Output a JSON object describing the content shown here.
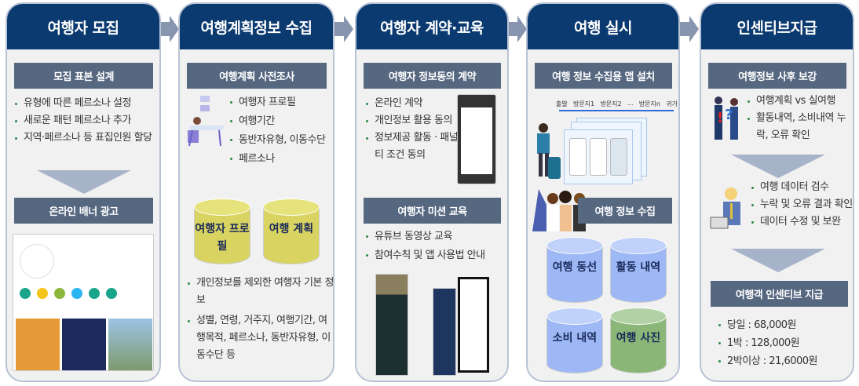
{
  "steps": [
    {
      "title": "여행자 모집",
      "sub1": "모집 표본 설계",
      "items1": [
        "유형에 따른 페르소나 설정",
        "새로운 패턴 페르소나 추가",
        "지역·페르소나 등 표집인원 할당"
      ],
      "sub2": "온라인 배너 광고"
    },
    {
      "title": "여행계획정보 수집",
      "sub1": "여행계획 사전조사",
      "items1": [
        "여행자 프로필",
        "여행기간",
        "동반자유형, 이동수단",
        "페르소나"
      ],
      "cylinders": [
        "여행자 프로필",
        "여행 계획"
      ],
      "items2": [
        "개인정보를 제외한 여행자 기본 정보",
        "성별, 연령, 거주지, 여행기간, 여행목적, 페르소나, 동반자유형, 이동수단 등"
      ]
    },
    {
      "title": "여행자 계약·교육",
      "sub1": "여행자 정보동의 계약",
      "items1": [
        "온라인 계약",
        "개인정보 활용 동의",
        "정보제공 활동 · 패널티 조건 동의"
      ],
      "sub2": "여행자 미션 교육",
      "items2": [
        "유튜브 동영상 교육",
        "참여수칙 및 앱 사용법 안내"
      ]
    },
    {
      "title": "여행 실시",
      "sub1": "여행 정보 수집용 앱 설치",
      "timeline": [
        "출발",
        "방문지1",
        "방문지2",
        "...",
        "방문지n",
        "귀가"
      ],
      "sub2": "여행 정보 수집",
      "cylinders": [
        "여행 동선",
        "활동 내역",
        "소비 내역",
        "여행 사진"
      ]
    },
    {
      "title": "인센티브지급",
      "sub1": "여행정보 사후 보강",
      "items1": [
        "여행계획 vs 실여행",
        "활동내역, 소비내역 누락, 오류 확인"
      ],
      "items2": [
        "여행 데이터 검수",
        "누락 및 오류 결과 확인",
        "데이터 수정 및 보완"
      ],
      "sub2": "여행객 인센티브 지급",
      "items3": [
        "당일 : 68,000원",
        "1박 : 128,000원",
        "2박이상 : 21,6000원"
      ]
    }
  ],
  "colors": {
    "header": "#0b3a70",
    "subheader": "#566780",
    "yellow_cylinder": "#d9d461",
    "blue_cylinder": "#9db8f5",
    "green_cylinder": "#8ab777"
  }
}
